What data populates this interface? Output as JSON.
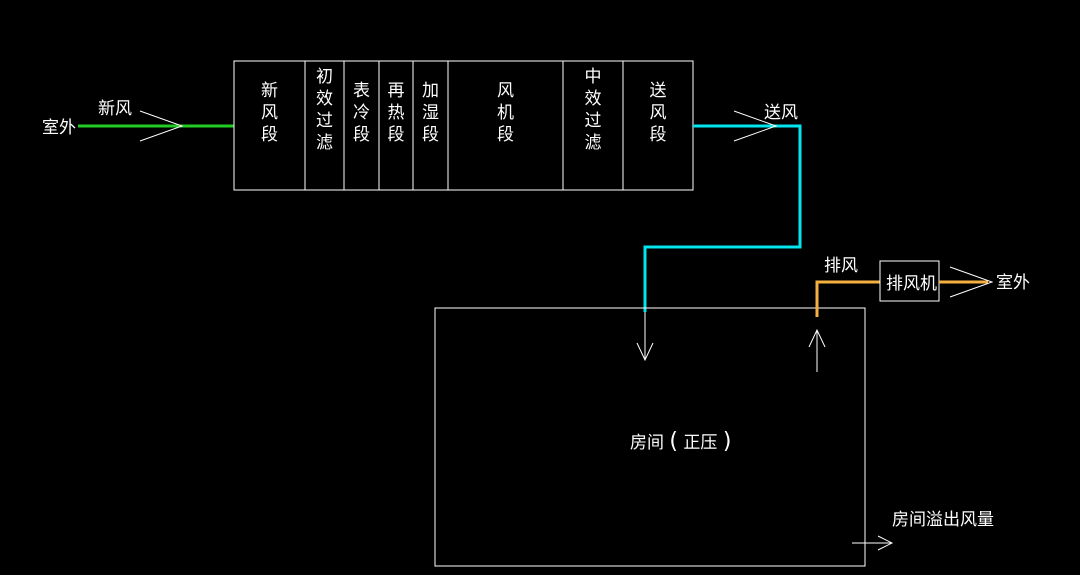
{
  "labels": {
    "outdoor_left": "室外",
    "fresh_air": "新风",
    "supply_air": "送风",
    "exhaust_air": "排风",
    "exhaust_fan": "排风机",
    "outdoor_right": "室外",
    "room": "房间",
    "room_paren_open": "(",
    "room_pressure": "正压",
    "room_paren_close": ")",
    "overflow": "房间溢出风量"
  },
  "ahu_sections": [
    {
      "id": "fresh-air-section",
      "chars": [
        "新",
        "风",
        "段"
      ]
    },
    {
      "id": "primary-filter",
      "chars": [
        "初",
        "效",
        "过",
        "滤"
      ]
    },
    {
      "id": "cooling-coil",
      "chars": [
        "表",
        "冷",
        "段"
      ]
    },
    {
      "id": "reheat-section",
      "chars": [
        "再",
        "热",
        "段"
      ]
    },
    {
      "id": "humidify-section",
      "chars": [
        "加",
        "湿",
        "段"
      ]
    },
    {
      "id": "fan-section",
      "chars": [
        "风",
        "机",
        "段"
      ]
    },
    {
      "id": "medium-filter",
      "chars": [
        "中",
        "效",
        "过",
        "滤"
      ]
    },
    {
      "id": "supply-section",
      "chars": [
        "送",
        "风",
        "段"
      ]
    }
  ],
  "colors": {
    "background": "#000000",
    "fresh_air_duct": "#22cc22",
    "supply_air_duct": "#00e5ee",
    "exhaust_air_duct": "#f5b041",
    "lines": "#ffffff",
    "text": "#ffffff"
  }
}
